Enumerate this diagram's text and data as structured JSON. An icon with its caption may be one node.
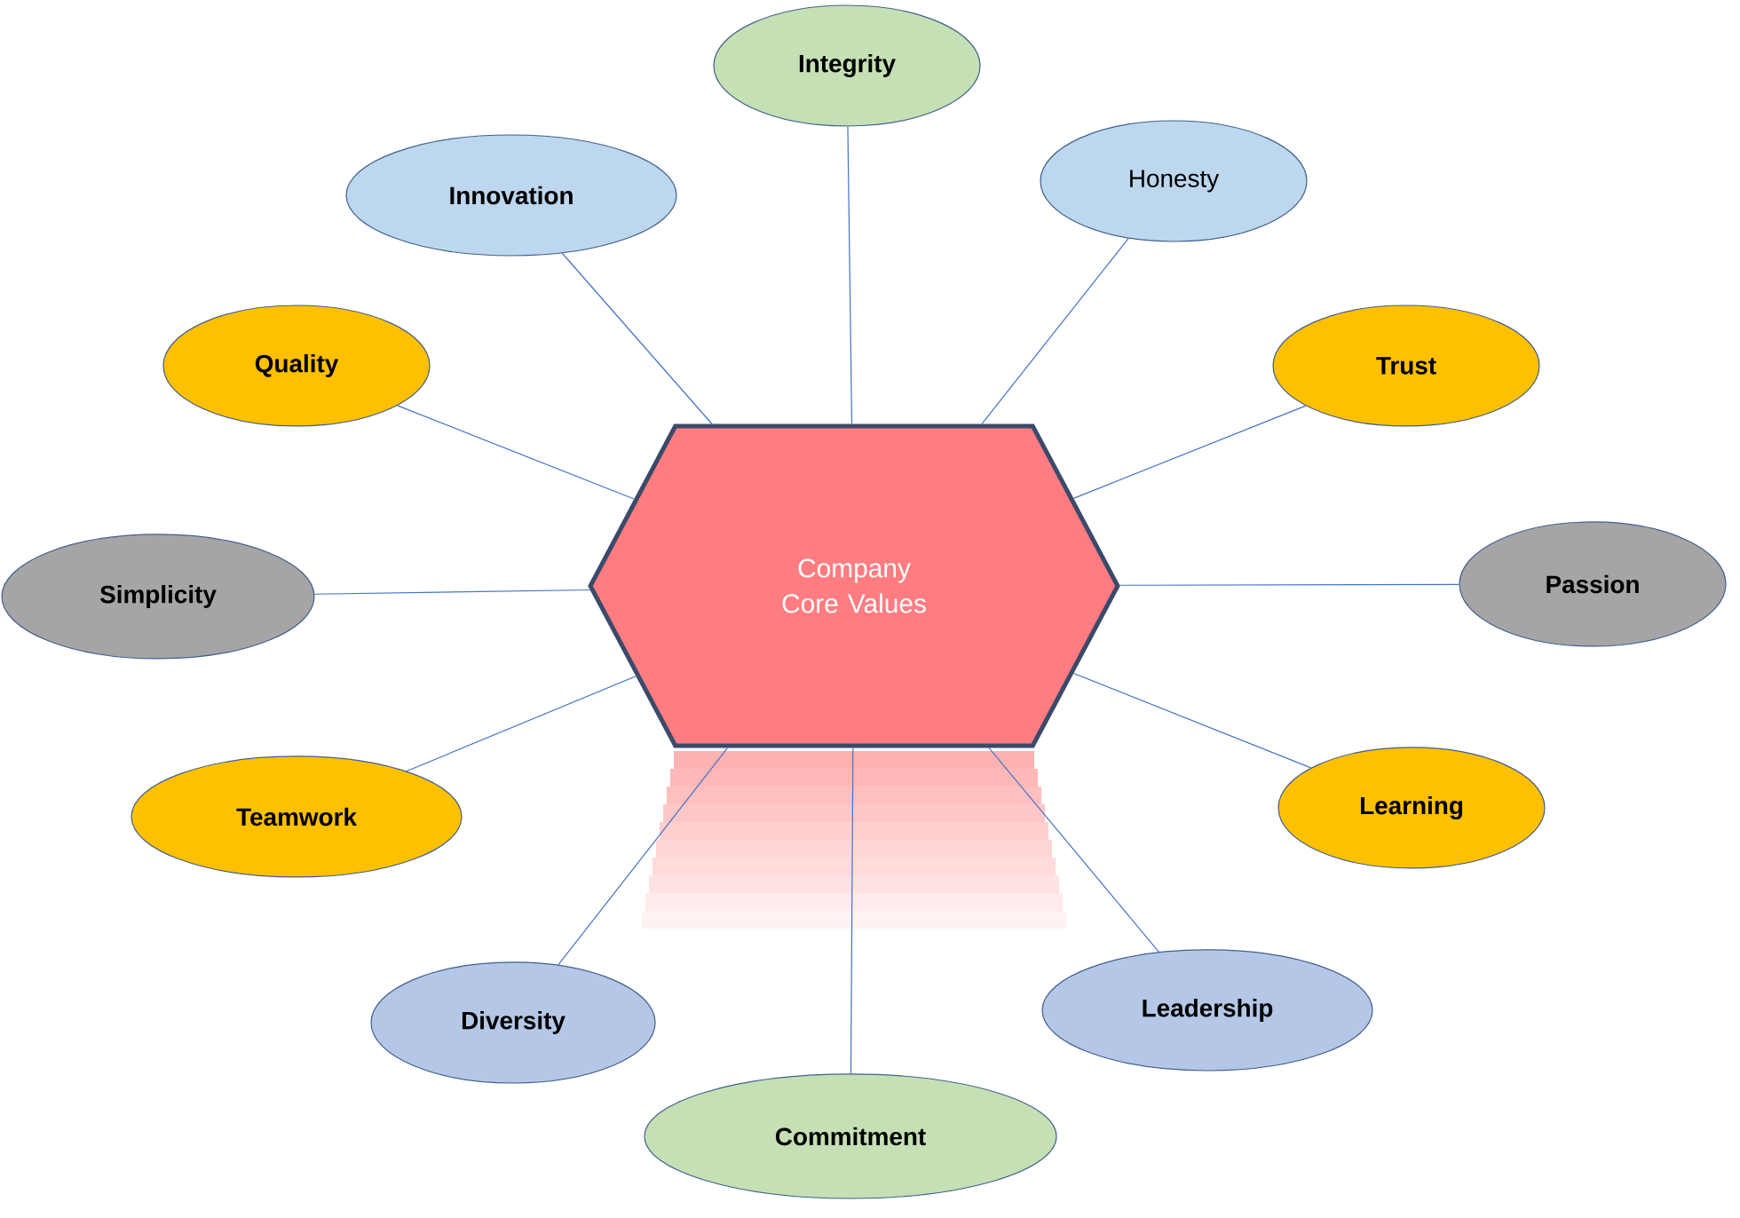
{
  "diagram": {
    "nodes": [
      {
        "text": [
          "Company Core Values"
        ]
      },
      {
        "text": [
          "Integrity"
        ]
      },
      {
        "text": [
          "Innovation"
        ]
      },
      {
        "text": [
          "Honesty"
        ]
      },
      {
        "text": [
          "Quality"
        ]
      },
      {
        "text": [
          "Trust"
        ]
      },
      {
        "text": [
          "Simplicity"
        ]
      },
      {
        "text": [
          "Passion"
        ]
      },
      {
        "text": [
          "Teamwork"
        ]
      },
      {
        "text": [
          "Learning"
        ]
      },
      {
        "text": [
          "Diversity"
        ]
      },
      {
        "text": [
          "Leadership"
        ]
      },
      {
        "text": [
          "Commitment"
        ]
      }
    ],
    "edges": [
      {
        "from": 0,
        "to": 1,
        "arrow": "none"
      },
      {
        "from": 0,
        "to": 2,
        "arrow": "none"
      },
      {
        "from": 0,
        "to": 3,
        "arrow": "none"
      },
      {
        "from": 0,
        "to": 4,
        "arrow": "none"
      },
      {
        "from": 0,
        "to": 5,
        "arrow": "none"
      },
      {
        "from": 0,
        "to": 6,
        "arrow": "none"
      },
      {
        "from": 0,
        "to": 7,
        "arrow": "none"
      },
      {
        "from": 0,
        "to": 8,
        "arrow": "none"
      },
      {
        "from": 0,
        "to": 9,
        "arrow": "none"
      },
      {
        "from": 0,
        "to": 10,
        "arrow": "none"
      },
      {
        "from": 0,
        "to": 11,
        "arrow": "none"
      },
      {
        "from": 0,
        "to": 12,
        "arrow": "none"
      }
    ]
  }
}
